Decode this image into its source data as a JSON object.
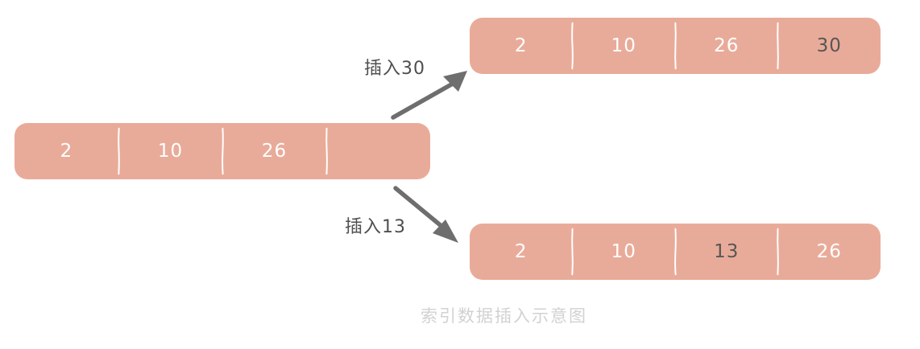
{
  "diagram": {
    "caption": "索引数据插入示意图",
    "colors": {
      "bar_fill": "#E9AB99",
      "cell_text": "#FFFFFF",
      "highlight_text": "#575757",
      "arrow": "#6E6E6E",
      "label_text": "#4F4F4F",
      "caption_text": "#D2D2D2",
      "background": "#FFFFFF"
    },
    "arrays": [
      {
        "id": "source",
        "name": "original-index-array",
        "cells": [
          {
            "value": "2",
            "highlight": false
          },
          {
            "value": "10",
            "highlight": false
          },
          {
            "value": "26",
            "highlight": false
          },
          {
            "value": "",
            "highlight": false
          }
        ]
      },
      {
        "id": "insert30",
        "name": "array-after-insert-30",
        "cells": [
          {
            "value": "2",
            "highlight": false
          },
          {
            "value": "10",
            "highlight": false
          },
          {
            "value": "26",
            "highlight": false
          },
          {
            "value": "30",
            "highlight": true
          }
        ]
      },
      {
        "id": "insert13",
        "name": "array-after-insert-13",
        "cells": [
          {
            "value": "2",
            "highlight": false
          },
          {
            "value": "10",
            "highlight": false
          },
          {
            "value": "13",
            "highlight": true
          },
          {
            "value": "26",
            "highlight": false
          }
        ]
      }
    ],
    "transitions": [
      {
        "id": "insert30",
        "label": "插入30",
        "direction": "up-right"
      },
      {
        "id": "insert13",
        "label": "插入13",
        "direction": "down-right"
      }
    ]
  }
}
